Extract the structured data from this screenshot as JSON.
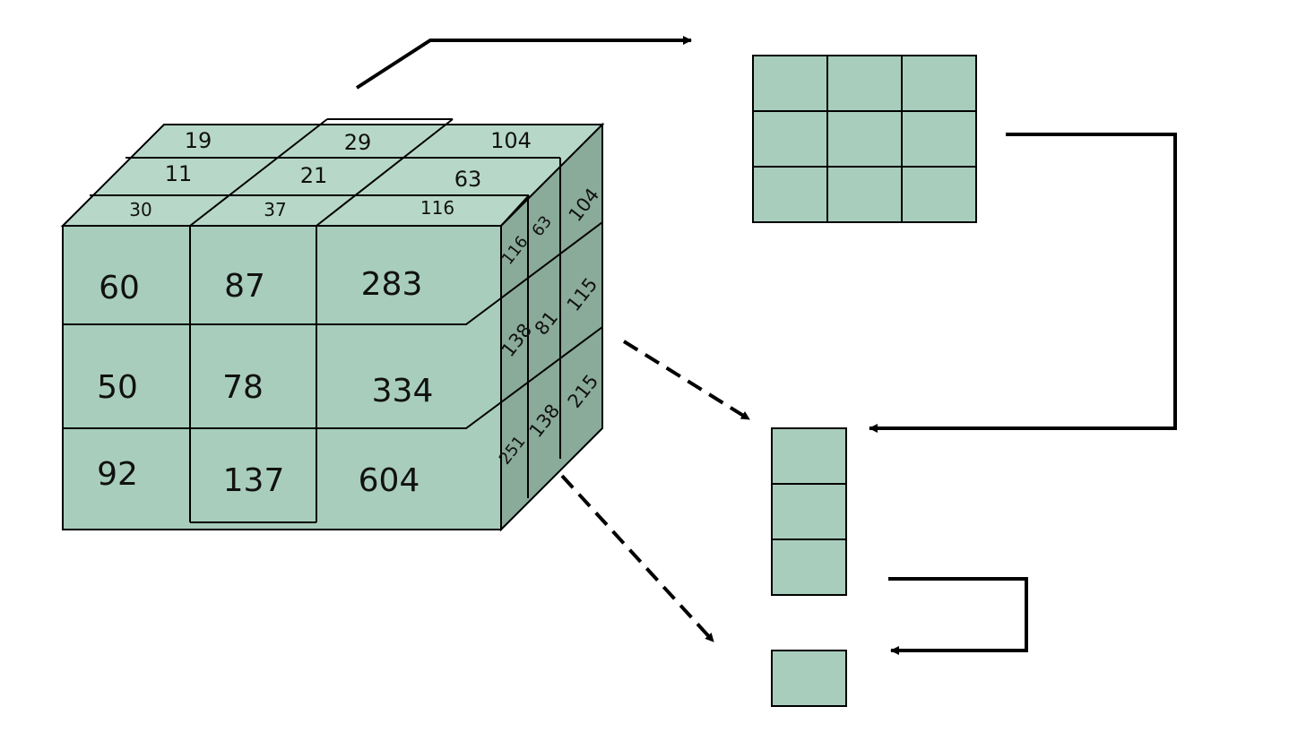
{
  "colors": {
    "fill": "#a8cdbd",
    "top_fill": "#b7d8c9",
    "side_fill": "#8aaa9a",
    "stroke": "#000000"
  },
  "cube": {
    "front_values": [
      "60",
      "87",
      "283",
      "50",
      "78",
      "334",
      "92",
      "137",
      "604"
    ],
    "top_back_row": [
      "19",
      "29",
      "104"
    ],
    "top_middle_row": [
      "11",
      "21",
      "63"
    ],
    "top_front_row": [
      "30",
      "37",
      "116"
    ],
    "side_values": [
      "116",
      "63",
      "104",
      "138",
      "81",
      "115",
      "251",
      "138",
      "215"
    ]
  },
  "results": {
    "grid_3x3_cells": 9,
    "column_3x1_cells": 3,
    "single_cell": 1
  }
}
